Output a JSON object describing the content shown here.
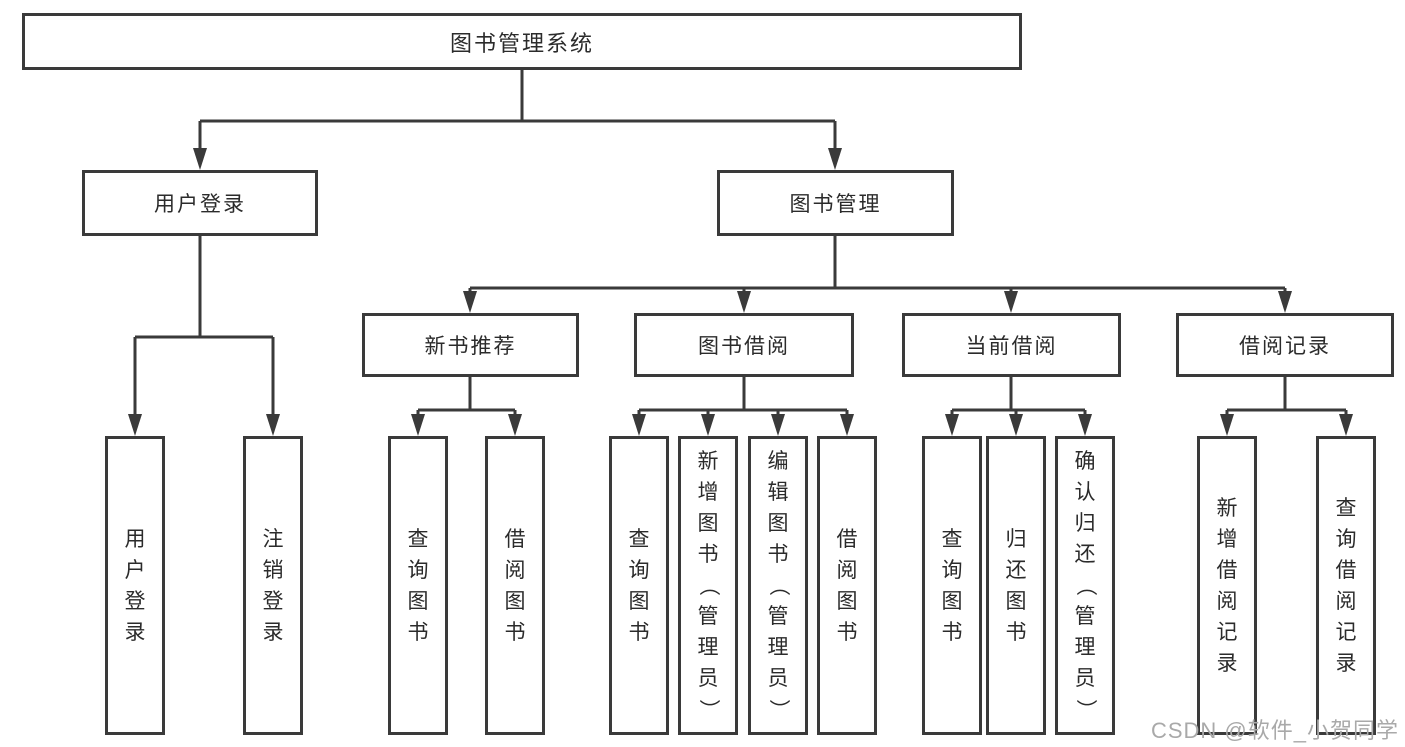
{
  "nodes": {
    "root": {
      "label": "图书管理系统"
    },
    "user_login": {
      "label": "用户登录"
    },
    "book_mgmt": {
      "label": "图书管理"
    },
    "new_books": {
      "label": "新书推荐"
    },
    "book_borrow": {
      "label": "图书借阅"
    },
    "current_borrow": {
      "label": "当前借阅"
    },
    "borrow_records": {
      "label": "借阅记录"
    },
    "leaf_user_login": {
      "label": "用户登录"
    },
    "leaf_logout": {
      "label": "注销登录"
    },
    "leaf_nb_query": {
      "label": "查询图书"
    },
    "leaf_nb_borrow": {
      "label": "借阅图书"
    },
    "leaf_bb_query": {
      "label": "查询图书"
    },
    "leaf_bb_add": {
      "label": "新增图书（管理员）"
    },
    "leaf_bb_edit": {
      "label": "编辑图书（管理员）"
    },
    "leaf_bb_borrow": {
      "label": "借阅图书"
    },
    "leaf_cb_query": {
      "label": "查询图书"
    },
    "leaf_cb_return": {
      "label": "归还图书"
    },
    "leaf_cb_confirm": {
      "label": "确认归还（管理员）"
    },
    "leaf_br_add": {
      "label": "新增借阅记录"
    },
    "leaf_br_query": {
      "label": "查询借阅记录"
    }
  },
  "hierarchy": {
    "root": [
      "user_login",
      "book_mgmt"
    ],
    "user_login": [
      "leaf_user_login",
      "leaf_logout"
    ],
    "book_mgmt": [
      "new_books",
      "book_borrow",
      "current_borrow",
      "borrow_records"
    ],
    "new_books": [
      "leaf_nb_query",
      "leaf_nb_borrow"
    ],
    "book_borrow": [
      "leaf_bb_query",
      "leaf_bb_add",
      "leaf_bb_edit",
      "leaf_bb_borrow"
    ],
    "current_borrow": [
      "leaf_cb_query",
      "leaf_cb_return",
      "leaf_cb_confirm"
    ],
    "borrow_records": [
      "leaf_br_add",
      "leaf_br_query"
    ]
  },
  "watermark": "CSDN @软件_小贺同学",
  "colors": {
    "line": "#3a3a3a",
    "box_border": "#3a3a3a",
    "text": "#2b2b2b",
    "watermark": "#a9a9a9",
    "background": "#ffffff"
  }
}
